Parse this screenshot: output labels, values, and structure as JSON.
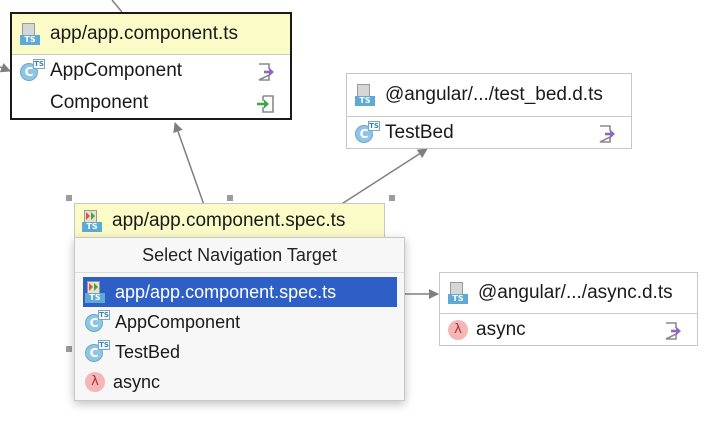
{
  "colors": {
    "node_header_yellow": "#fbfbc8",
    "selection_blue": "#2d5fc6",
    "edge": "#7f7f7f",
    "export_icon": "#8e67c0",
    "import_icon": "#39a845"
  },
  "nodes": {
    "app_component": {
      "header": "app/app.component.ts",
      "header_icon": "ts-file-icon",
      "rows": [
        {
          "label": "AppComponent",
          "icon": "class-icon",
          "action_icon": "export-icon"
        },
        {
          "label": "Component",
          "icon": "",
          "action_icon": "import-icon"
        }
      ]
    },
    "test_bed": {
      "header": "@angular/.../test_bed.d.ts",
      "header_icon": "ts-file-icon",
      "rows": [
        {
          "label": "TestBed",
          "icon": "class-icon",
          "action_icon": "export-icon"
        }
      ]
    },
    "spec": {
      "header": "app/app.component.spec.ts",
      "header_icon": "ts-spec-file-icon"
    },
    "async": {
      "header": "@angular/.../async.d.ts",
      "header_icon": "ts-file-icon",
      "rows": [
        {
          "label": "async",
          "icon": "lambda-icon",
          "action_icon": "export-icon"
        }
      ]
    }
  },
  "popup": {
    "title": "Select Navigation Target",
    "items": [
      {
        "label": "app/app.component.spec.ts",
        "icon": "ts-spec-file-icon",
        "selected": true
      },
      {
        "label": "AppComponent",
        "icon": "class-icon",
        "selected": false
      },
      {
        "label": "TestBed",
        "icon": "class-icon",
        "selected": false
      },
      {
        "label": "async",
        "icon": "lambda-icon",
        "selected": false
      }
    ]
  },
  "icon_text": {
    "ts": "TS",
    "class": "C",
    "lambda": "λ"
  }
}
